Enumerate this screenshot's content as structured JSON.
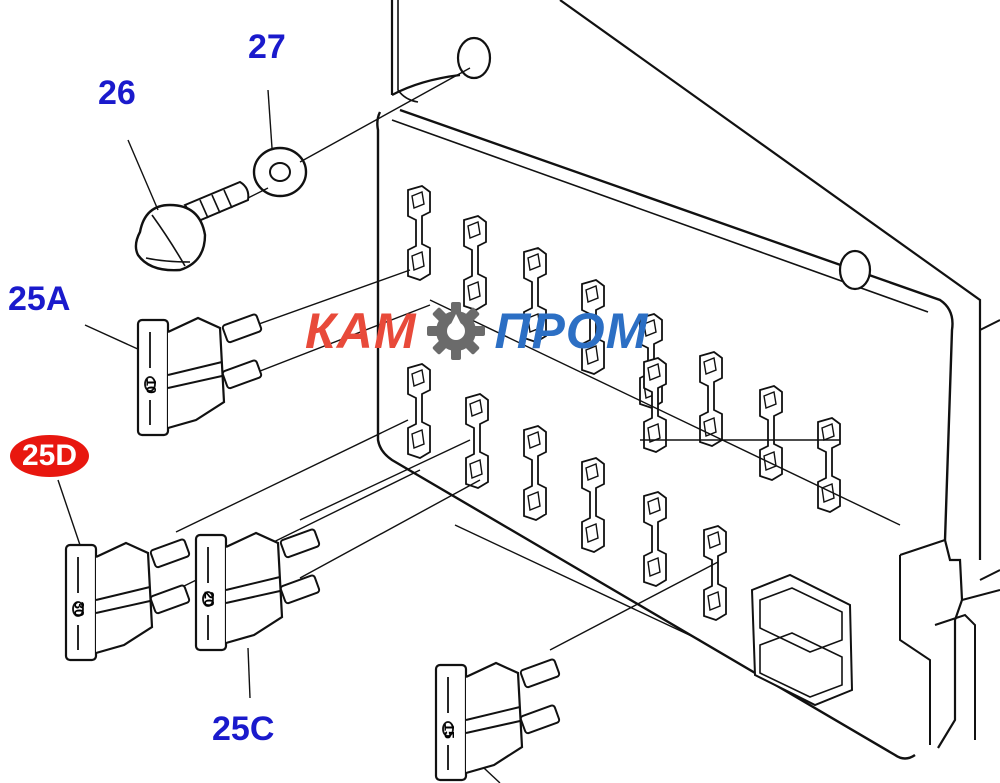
{
  "callouts": {
    "c26": "26",
    "c27": "27",
    "c25a": "25A",
    "c25d": "25D",
    "c25c": "25C"
  },
  "fuse_values": {
    "f_25a": "10",
    "f_25d": "30",
    "f_25c": "20",
    "f_bottom": "15"
  },
  "watermark": {
    "left_text": "КАМ",
    "right_text": "ПРОМ"
  },
  "colors": {
    "line": "#111111",
    "callout_text": "#1a1acc",
    "highlight_bg": "#e8170f",
    "highlight_text": "#ffffff",
    "watermark_red": "#e84a3a",
    "watermark_blue": "#2c6fc4",
    "watermark_gear": "#6b6b6b"
  }
}
